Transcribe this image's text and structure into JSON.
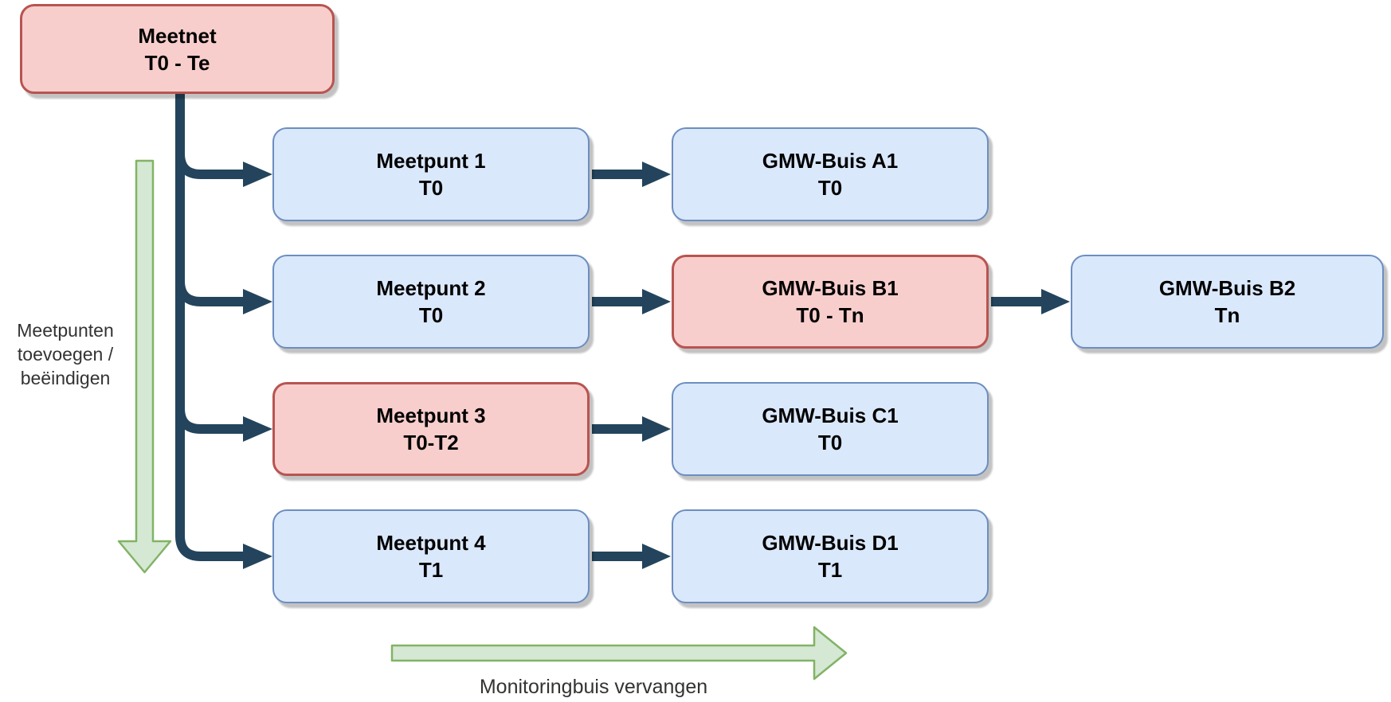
{
  "nodes": {
    "meetnet": {
      "label": "Meetnet",
      "sublabel": "T0 - Te"
    },
    "meetpunt1": {
      "label": "Meetpunt 1",
      "sublabel": "T0"
    },
    "buis_a1": {
      "label": "GMW-Buis A1",
      "sublabel": "T0"
    },
    "meetpunt2": {
      "label": "Meetpunt 2",
      "sublabel": "T0"
    },
    "buis_b1": {
      "label": "GMW-Buis B1",
      "sublabel": "T0 - Tn"
    },
    "buis_b2": {
      "label": "GMW-Buis B2",
      "sublabel": "Tn"
    },
    "meetpunt3": {
      "label": "Meetpunt 3",
      "sublabel": "T0-T2"
    },
    "buis_c1": {
      "label": "GMW-Buis C1",
      "sublabel": "T0"
    },
    "meetpunt4": {
      "label": "Meetpunt 4",
      "sublabel": "T1"
    },
    "buis_d1": {
      "label": "GMW-Buis D1",
      "sublabel": "T1"
    }
  },
  "annotations": {
    "left_arrow": {
      "lines": [
        "Meetpunten",
        "toevoegen /",
        "beëindigen"
      ]
    },
    "bottom_arrow": {
      "label": "Monitoringbuis vervangen"
    }
  },
  "colors": {
    "node_red_fill": "#F8CECC",
    "node_red_stroke": "#B85450",
    "node_blue_fill": "#DAE8FC",
    "node_blue_stroke": "#6C8EBF",
    "arrow_green_fill": "#D5E8D4",
    "arrow_green_stroke": "#82B366",
    "connector": "#23445C"
  }
}
